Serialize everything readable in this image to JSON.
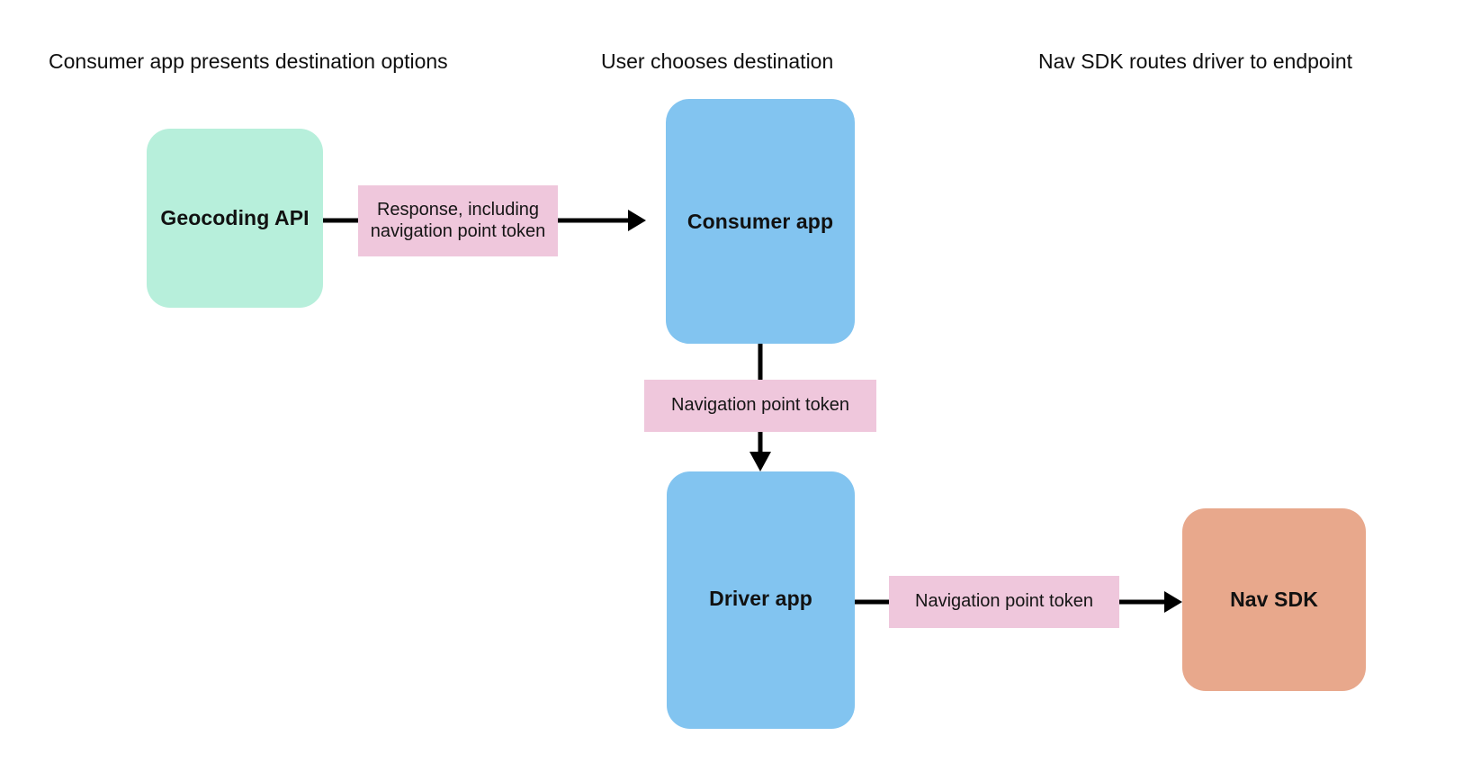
{
  "diagram": {
    "title_row": [
      {
        "id": "col-1",
        "label": "Consumer app presents destination options"
      },
      {
        "id": "col-2",
        "label": "User chooses destination"
      },
      {
        "id": "col-3",
        "label": "Nav SDK routes driver to endpoint"
      }
    ],
    "nodes": [
      {
        "id": "geocoding-api",
        "label": "Geocoding API",
        "color": "#b7efdb"
      },
      {
        "id": "consumer-app",
        "label": "Consumer app",
        "color": "#82c4f0"
      },
      {
        "id": "driver-app",
        "label": "Driver app",
        "color": "#82c4f0"
      },
      {
        "id": "nav-sdk",
        "label": "Nav SDK",
        "color": "#e8a88c"
      }
    ],
    "edge_labels": [
      {
        "id": "response-token",
        "label": "Response, including navigation point token",
        "color": "#efc7dc"
      },
      {
        "id": "nav-token-consumer-driver",
        "label": "Navigation point token",
        "color": "#efc7dc"
      },
      {
        "id": "nav-token-driver-navsdk",
        "label": "Navigation point token",
        "color": "#efc7dc"
      }
    ],
    "edges": [
      {
        "id": "geocoding-to-consumer",
        "from": "geocoding-api",
        "to": "consumer-app",
        "direction": "right"
      },
      {
        "id": "consumer-to-driver",
        "from": "consumer-app",
        "to": "driver-app",
        "direction": "down"
      },
      {
        "id": "driver-to-navsdk",
        "from": "driver-app",
        "to": "nav-sdk",
        "direction": "right"
      }
    ],
    "stroke_color": "#000000"
  }
}
